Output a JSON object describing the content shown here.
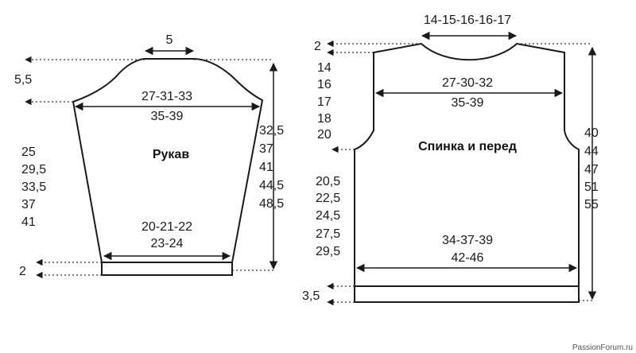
{
  "sleeve": {
    "title": "Рукав",
    "top_width": "5",
    "cap_height": "5,5",
    "upper_width_top": "27-31-33",
    "upper_width_bottom": "35-39",
    "right_lengths": [
      "32,5",
      "37",
      "41",
      "44,5",
      "48,5"
    ],
    "left_lengths": [
      "25",
      "29,5",
      "33,5",
      "37",
      "41"
    ],
    "lower_width_top": "20-21-22",
    "lower_width_bottom": "23-24",
    "cuff_height": "2"
  },
  "body": {
    "title": "Спинка и перед",
    "neck_width": "14-15-16-16-17",
    "neck_depth": "2",
    "armhole_heights": [
      "14",
      "16",
      "17",
      "18",
      "20"
    ],
    "shoulder_width_top": "27-30-32",
    "shoulder_width_bottom": "35-39",
    "right_lengths": [
      "40",
      "44",
      "47",
      "51",
      "55"
    ],
    "side_lengths": [
      "20,5",
      "22,5",
      "24,5",
      "27,5",
      "29,5"
    ],
    "hem_width_top": "34-37-39",
    "hem_width_bottom": "42-46",
    "band_height": "3,5"
  },
  "watermark": "PassionForum.ru"
}
